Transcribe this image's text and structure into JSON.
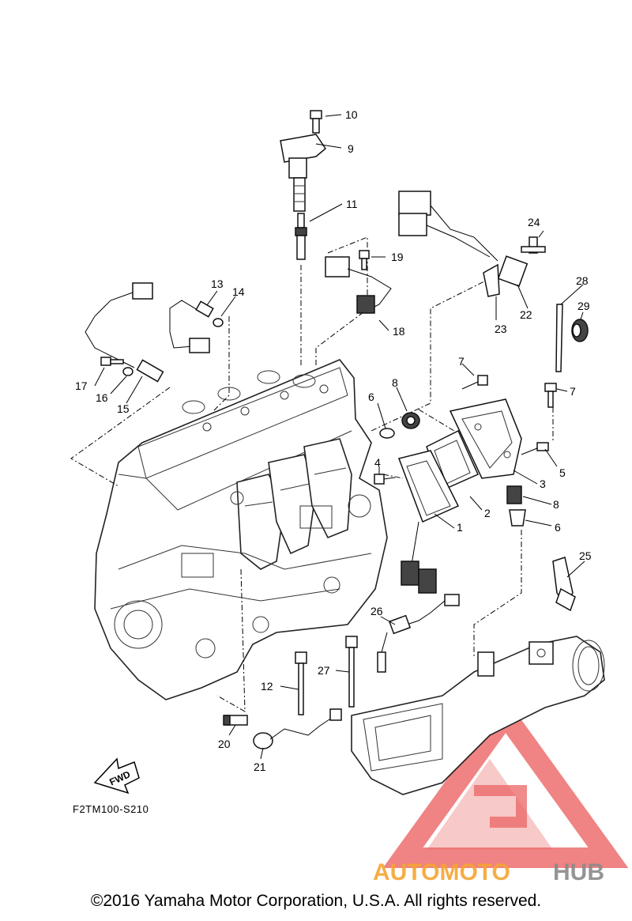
{
  "diagram_code": "F2TM100-S210",
  "fwd_label": "FWD",
  "copyright": "©2016 Yamaha Motor Corporation, U.S.A. All rights reserved.",
  "watermark": {
    "word_orange": "AUTOMOTO",
    "word_gray": "HUB",
    "colors": {
      "red": "#e84a4a",
      "orange": "#f6a531",
      "gray": "#8a8a8a"
    }
  },
  "callouts": {
    "n1": "1",
    "n2": "2",
    "n3": "3",
    "n4": "4",
    "n5": "5",
    "n6a": "6",
    "n6b": "6",
    "n7a": "7",
    "n7b": "7",
    "n8a": "8",
    "n8b": "8",
    "n9": "9",
    "n10": "10",
    "n11": "11",
    "n12": "12",
    "n13": "13",
    "n14": "14",
    "n15": "15",
    "n16": "16",
    "n17": "17",
    "n18": "18",
    "n19": "19",
    "n20": "20",
    "n21": "21",
    "n22": "22",
    "n23": "23",
    "n24": "24",
    "n25": "25",
    "n26": "26",
    "n27": "27",
    "n28": "28",
    "n29": "29"
  }
}
